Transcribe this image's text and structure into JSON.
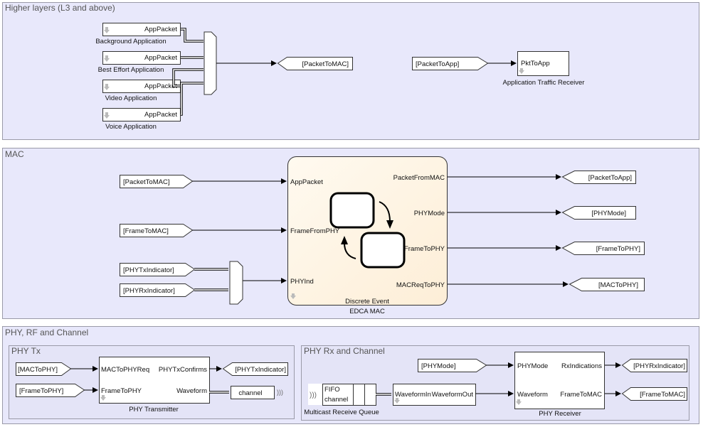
{
  "areas": {
    "higher": {
      "title": "Higher layers (L3 and above)"
    },
    "mac": {
      "title": "MAC"
    },
    "phy": {
      "title": "PHY, RF and Channel"
    },
    "phy_tx": {
      "title": "PHY Tx"
    },
    "phy_rx": {
      "title": "PHY Rx and Channel"
    }
  },
  "apps": [
    {
      "port": "AppPacket",
      "name": "Background Application"
    },
    {
      "port": "AppPacket",
      "name": "Best Effort Application"
    },
    {
      "port": "AppPacket",
      "name": "Video Application"
    },
    {
      "port": "AppPacket",
      "name": "Voice Application"
    }
  ],
  "higher": {
    "goto_packet_to_mac": "[PacketToMAC]",
    "from_packet_to_app": "[PacketToApp]",
    "receiver_port": "PktToApp",
    "receiver_name": "Application Traffic Receiver"
  },
  "mac": {
    "from": [
      "[PacketToMAC]",
      "[FrameToMAC]",
      "[PHYTxIndicator]",
      "[PHYRxIndicator]"
    ],
    "inports": [
      "AppPacket",
      "FrameFromPHY",
      "PHYInd"
    ],
    "outports": [
      "PacketFromMAC",
      "PHYMode",
      "FrameToPHY",
      "MACReqToPHY"
    ],
    "block_type": "Discrete Event",
    "block_name": "EDCA MAC",
    "gotos": [
      "[PacketToApp]",
      "[PHYMode]",
      "[FrameToPHY]",
      "[MACToPHY]"
    ]
  },
  "phy_tx": {
    "from": [
      "[MACToPHY]",
      "[FrameToPHY]"
    ],
    "inports": [
      "MACToPHYReq",
      "FrameToPHY"
    ],
    "outports": [
      "PHYTxConfirms",
      "Waveform"
    ],
    "block_name": "PHY Transmitter",
    "goto": "[PHYTxIndicator]",
    "channel": "channel"
  },
  "phy_rx": {
    "from": "[PHYMode]",
    "queue_label1": "FIFO",
    "queue_label2": "channel",
    "queue_name": "Multicast Receive Queue",
    "wf_in": "WaveformIn",
    "wf_out": "WaveformOut",
    "inports": [
      "PHYMode",
      "Waveform"
    ],
    "outports": [
      "RxIndications",
      "FrameToMAC"
    ],
    "block_name": "PHY Receiver",
    "gotos": [
      "[PHYRxIndicator]",
      "[FrameToMAC]"
    ]
  },
  "colors": {
    "area": "#e8e8fb",
    "mac_block": "#fff5e6"
  }
}
